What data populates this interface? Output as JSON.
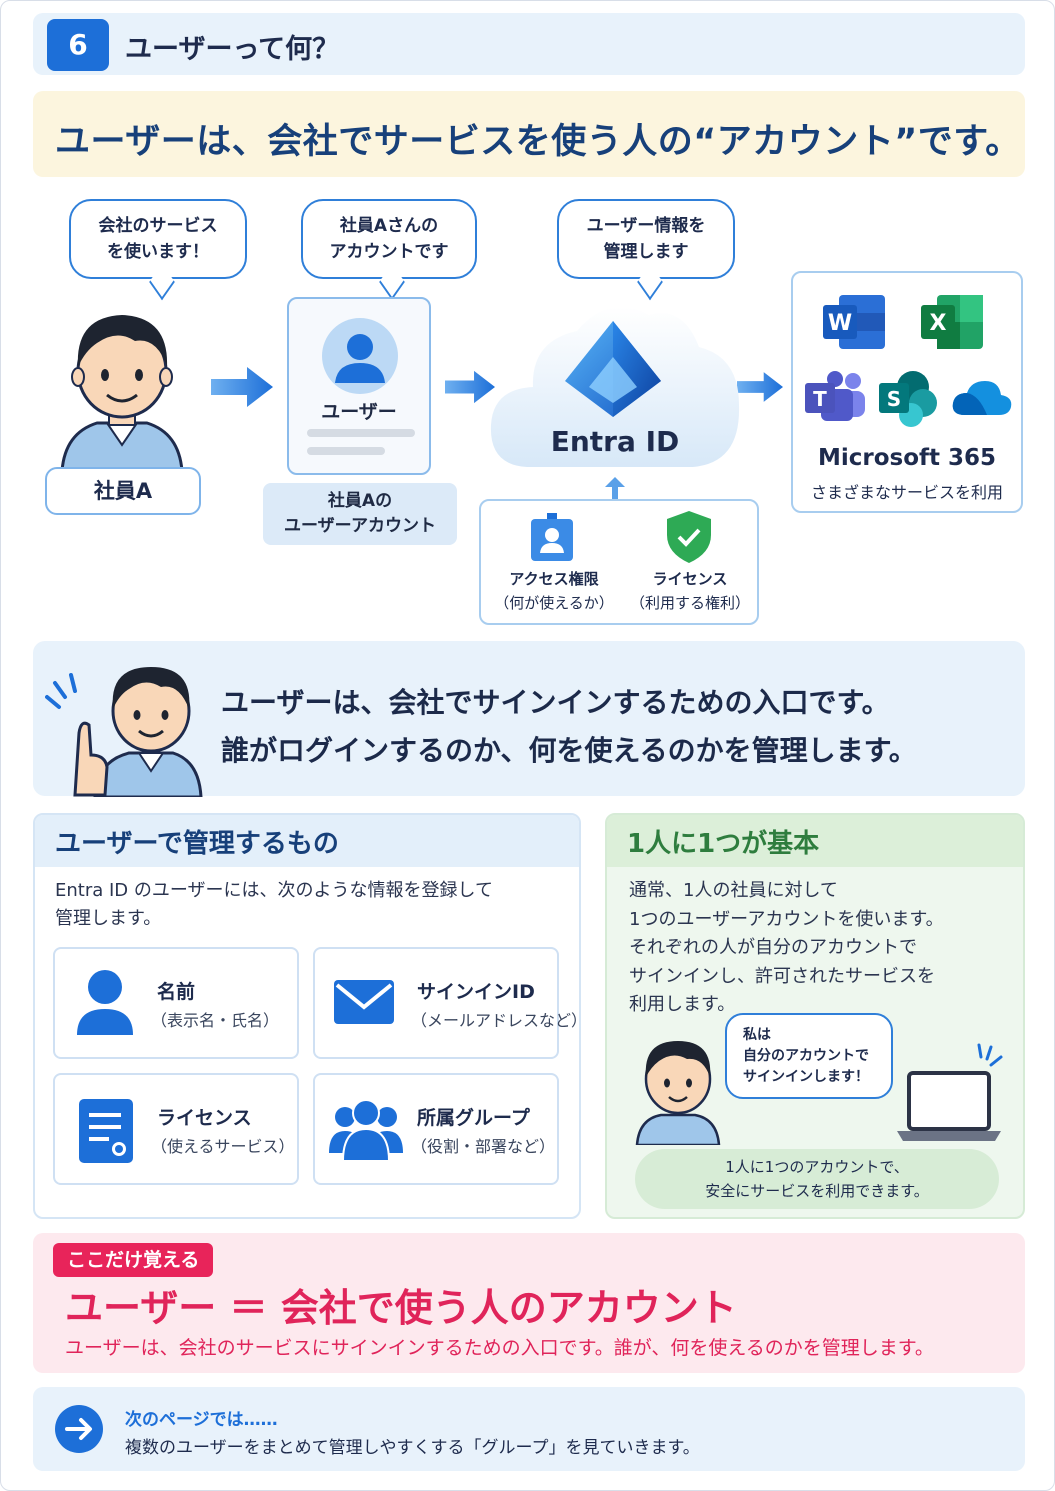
{
  "header": {
    "number": "6",
    "title": "ユーザーって何？"
  },
  "banner": {
    "text": "ユーザーは、会社でサービスを使う人の“アカウント”です。"
  },
  "diagram": {
    "bubble_employee": [
      "会社のサービス",
      "を使います！"
    ],
    "bubble_account": [
      "社員Aさんの",
      "アカウントです"
    ],
    "bubble_entra": [
      "ユーザー情報を",
      "管理します"
    ],
    "employee_label": "社員A",
    "user_card_label": "ユーザー",
    "user_account_caption": [
      "社員Aの",
      "ユーザーアカウント"
    ],
    "entra_label": "Entra ID",
    "access_label": [
      "アクセス権限",
      "（何が使えるか）"
    ],
    "license_label": [
      "ライセンス",
      "（利用する権利）"
    ],
    "ms365_title": "Microsoft 365",
    "ms365_sub": "さまざまなサービスを利用",
    "app_letters": {
      "word": "W",
      "excel": "X",
      "teams": "T",
      "sharepoint": "S"
    }
  },
  "info": {
    "line1": "ユーザーは、会社でサインインするための入口です。",
    "line2": "誰がログインするのか、何を使えるのかを管理します。"
  },
  "manage_panel": {
    "title": "ユーザーで管理するもの",
    "desc": [
      "Entra ID のユーザーには、次のような情報を登録して",
      "管理します。"
    ],
    "items": [
      {
        "title": "名前",
        "sub": "（表示名・氏名）"
      },
      {
        "title": "サインインID",
        "sub": "（メールアドレスなど）"
      },
      {
        "title": "ライセンス",
        "sub": "（使えるサービス）"
      },
      {
        "title": "所属グループ",
        "sub": "（役割・部署など）"
      }
    ]
  },
  "one_panel": {
    "title": "1人に1つが基本",
    "body": [
      "通常、1人の社員に対して",
      "1つのユーザーアカウントを使います。",
      "それぞれの人が自分のアカウントで",
      "サインインし、許可されたサービスを",
      "利用します。"
    ],
    "bubble": [
      "私は",
      "自分のアカウントで",
      "サインインします！"
    ],
    "note": [
      "1人に1つのアカウントで、",
      "安全にサービスを利用できます。"
    ]
  },
  "remember": {
    "tag": "ここだけ覚える",
    "big": "ユーザー ＝ 会社で使う人のアカウント",
    "small": "ユーザーは、会社のサービスにサインインするための入口です。誰が、何を使えるのかを管理します。"
  },
  "next": {
    "title": "次のページでは……",
    "body": "複数のユーザーをまとめて管理しやすくする「グループ」を見ていきます。"
  },
  "colors": {
    "primary": "#1d6fd8",
    "navy": "#17407a",
    "pink": "#e0245a",
    "green": "#2e7d3e"
  }
}
